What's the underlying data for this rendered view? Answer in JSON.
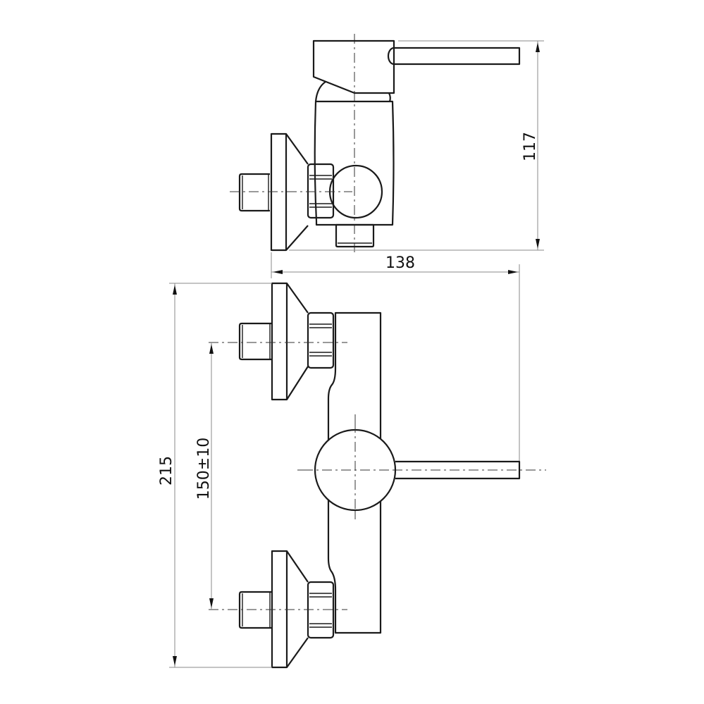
{
  "drawing": {
    "title": "Wall-mounted single-lever mixer technical drawing",
    "views": [
      "side-view",
      "front-view"
    ],
    "units": "mm",
    "line_color": "#1a1a1a",
    "dimension_color": "#8a8a8a"
  },
  "dimensions": {
    "height_side": "117",
    "depth": "138",
    "total_height": "215",
    "inlet_spacing": "150±10"
  }
}
